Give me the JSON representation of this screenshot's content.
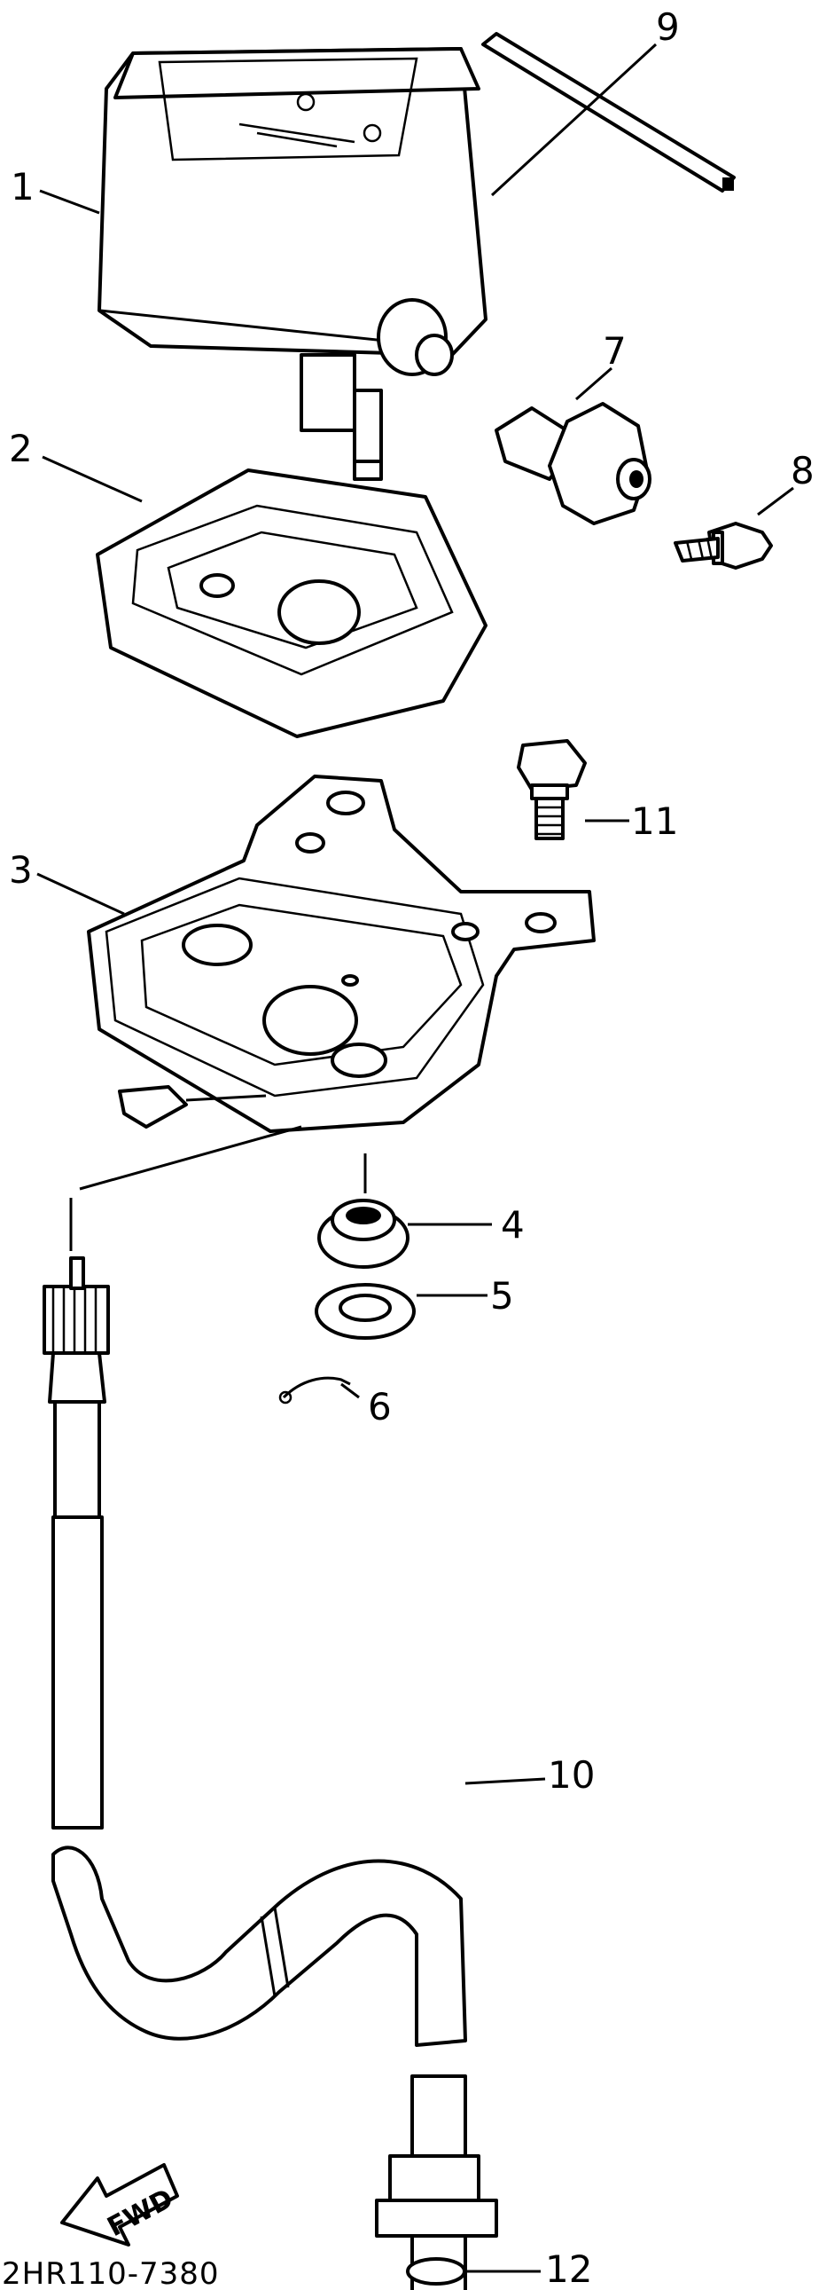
{
  "callouts": {
    "c1": "1",
    "c2": "2",
    "c3": "3",
    "c4": "4",
    "c5": "5",
    "c6": "6",
    "c7": "7",
    "c8": "8",
    "c9": "9",
    "c10": "10",
    "c11": "11",
    "c12": "12"
  },
  "diagram_code": "2HR110-7380",
  "fwd_label": "FWD"
}
